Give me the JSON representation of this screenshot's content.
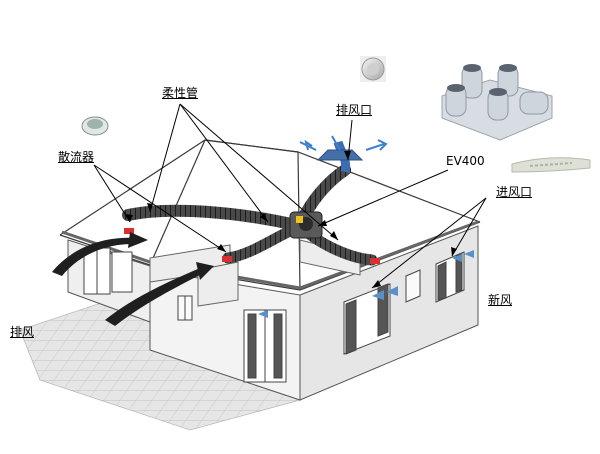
{
  "labels": {
    "diffuser": "散流器",
    "flex_duct": "柔性管",
    "exhaust_outlet": "排风口",
    "unit": "EV400",
    "supply_inlet": "进风口",
    "fresh_air": "新风",
    "exhaust_air": "排风"
  },
  "colors": {
    "duct": "#2a2a2a",
    "roof_line": "#3a3a3a",
    "wall": "#f2f2f2",
    "floor_tile": "#d0d0d0",
    "exhaust_arrow": "#3c7fd0",
    "supply_arrow": "#d83030",
    "window_blue": "#5a8fc8"
  },
  "icons": [
    "diffuser-icon",
    "roof-cap-icon",
    "manifold-icon",
    "grille-icon"
  ]
}
